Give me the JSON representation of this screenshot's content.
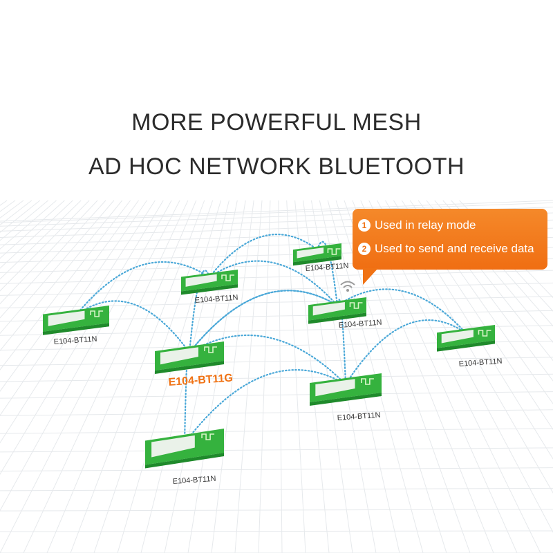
{
  "title": {
    "line1": "MORE POWERFUL MESH",
    "line2": "AD HOC NETWORK BLUETOOTH"
  },
  "callout": {
    "items": [
      {
        "number": "1",
        "text": "Used in relay mode"
      },
      {
        "number": "2",
        "text": "Used to send and receive data"
      }
    ]
  },
  "modules": [
    {
      "id": "m1",
      "label": "E104-BT11N",
      "highlight": false
    },
    {
      "id": "m2",
      "label": "E104-BT11N",
      "highlight": false
    },
    {
      "id": "m3",
      "label": "E104-BT11N",
      "highlight": false
    },
    {
      "id": "m4",
      "label": "E104-BT11N",
      "highlight": false
    },
    {
      "id": "m5",
      "label": "E104-BT11G",
      "highlight": true
    },
    {
      "id": "m6",
      "label": "E104-BT11N",
      "highlight": false
    },
    {
      "id": "m7",
      "label": "E104-BT11N",
      "highlight": false
    },
    {
      "id": "m8",
      "label": "E104-BT11N",
      "highlight": false
    }
  ],
  "links": [
    [
      "m1",
      "m2"
    ],
    [
      "m1",
      "m5"
    ],
    [
      "m2",
      "m3"
    ],
    [
      "m2",
      "m4"
    ],
    [
      "m2",
      "m5"
    ],
    [
      "m3",
      "m4"
    ],
    [
      "m4",
      "m5"
    ],
    [
      "m4",
      "m6"
    ],
    [
      "m4",
      "m7"
    ],
    [
      "m5",
      "m7"
    ],
    [
      "m5",
      "m8"
    ],
    [
      "m6",
      "m7"
    ],
    [
      "m7",
      "m8"
    ],
    [
      "m5",
      "m4"
    ]
  ],
  "colors": {
    "board_green": "#35b23e",
    "board_dark": "#1f8a2b",
    "pcb_white": "#f4f6f2",
    "link_blue": "#4aa8d8",
    "highlight_orange": "#f07214",
    "label_dark": "#333333"
  }
}
